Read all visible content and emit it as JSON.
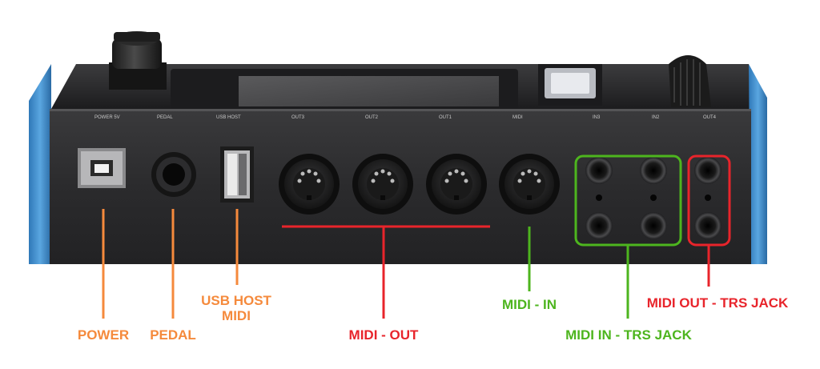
{
  "colors": {
    "orange": "#f58a3c",
    "red": "#e8242b",
    "green": "#4db51e",
    "body": "#2e2e30",
    "blue_end": "#3f8fd0"
  },
  "device_markings": {
    "power": "POWER 5V",
    "pedal": "PEDAL",
    "usb_host": "USB HOST",
    "out3": "OUT3",
    "out2": "OUT2",
    "out1": "OUT1",
    "midi_in": "MIDI",
    "in3": "IN3",
    "in2": "IN2",
    "out4": "OUT4"
  },
  "labels": {
    "power": "POWER",
    "pedal": "PEDAL",
    "usb_line1": "USB HOST",
    "usb_line2": "MIDI",
    "midi_out": "MIDI - OUT",
    "midi_in": "MIDI - IN",
    "midi_in_trs": "MIDI IN - TRS JACK",
    "midi_out_trs": "MIDI OUT - TRS JACK"
  }
}
